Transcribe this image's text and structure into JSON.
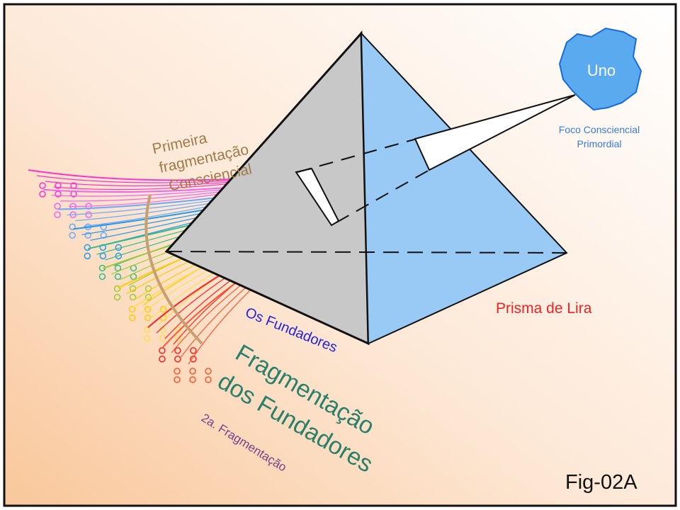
{
  "labels": {
    "primeira_line1": "Primeira",
    "primeira_line2": "fragmentação",
    "primeira_line3": "Consciencial",
    "uno": "Uno",
    "foco_line1": "Foco Consciencial",
    "foco_line2": "Primordial",
    "prisma": "Prisma de Lira",
    "fundadores": "Os Fundadores",
    "frag_line1": "Fragmentação",
    "frag_line2": "dos Fundadores",
    "segunda": "2a. Fragmentação",
    "fig": "Fig-02A"
  },
  "colors": {
    "ray_colors": [
      "#ff33cc",
      "#ee66ee",
      "#66aaff",
      "#2299ee",
      "#33bb88",
      "#99cc33",
      "#ffcc00",
      "#ffdd55",
      "#ff2222",
      "#ff5533"
    ],
    "left_face": "#c8c8c8",
    "right_face": "#99c9f5",
    "uno": "#5aaaf0",
    "primeira": "#a07a4a",
    "prisma": "#ee2222",
    "fundadores": "#2222dd",
    "fragmentacao": "#2a7f6a",
    "segunda": "#7a3f8a"
  }
}
